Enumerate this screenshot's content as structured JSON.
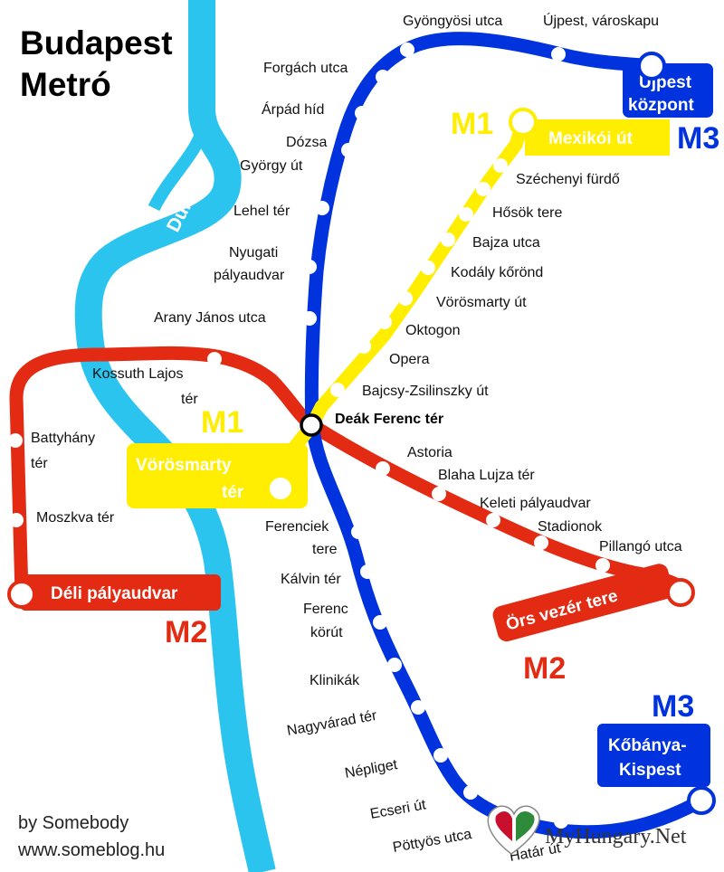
{
  "title": {
    "line1": "Budapest",
    "line2": "Metró"
  },
  "river": {
    "label": "Duna",
    "color": "#2bc4ef"
  },
  "lines": {
    "m1": {
      "label": "M1",
      "color": "#ffee00"
    },
    "m2": {
      "label": "M2",
      "color": "#e32a13"
    },
    "m3": {
      "label": "M3",
      "color": "#0033dd"
    }
  },
  "hub": {
    "label": "Deák Ferenc tér"
  },
  "termini": {
    "m1_north": "Mexikói út",
    "m1_south": {
      "line1": "Vörösmarty",
      "line2": "tér"
    },
    "m2_west": "Déli pályaudvar",
    "m2_east": "Örs vezér tere",
    "m3_north": {
      "line1": "Újpest",
      "line2": "központ"
    },
    "m3_south": {
      "line1": "Kőbánya-",
      "line2": "Kispest"
    }
  },
  "stations": {
    "m1": [
      "Széchenyi fürdő",
      "Hősök tere",
      "Bajza utca",
      "Kodály kőrönd",
      "Vörösmarty út",
      "Oktogon",
      "Opera",
      "Bajcsy-Zsilinszky út"
    ],
    "m2": [
      "Kossuth Lajos",
      "tér",
      "Battyhány",
      "tér",
      "Moszkva tér",
      "Astoria",
      "Blaha Lujza tér",
      "Keleti pályaudvar",
      "Stadionok",
      "Pillangó utca"
    ],
    "m3_north": [
      "Gyöngyösi utca",
      "Újpest, városkapu",
      "Forgách utca",
      "Árpád híd",
      "Dózsa",
      "György út",
      "Lehel tér",
      "Nyugati",
      "pályaudvar",
      "Arany János utca"
    ],
    "m3_south": [
      "Ferenciek",
      "tere",
      "Kálvin tér",
      "Ferenc",
      "körút",
      "Klinikák",
      "Nagyvárad tér",
      "Népliget",
      "Ecseri út",
      "Pöttyös utca",
      "Határ út"
    ]
  },
  "credit": {
    "line1": "by Somebody",
    "line2": "www.someblog.hu"
  },
  "watermark": "MyHungary.Net"
}
